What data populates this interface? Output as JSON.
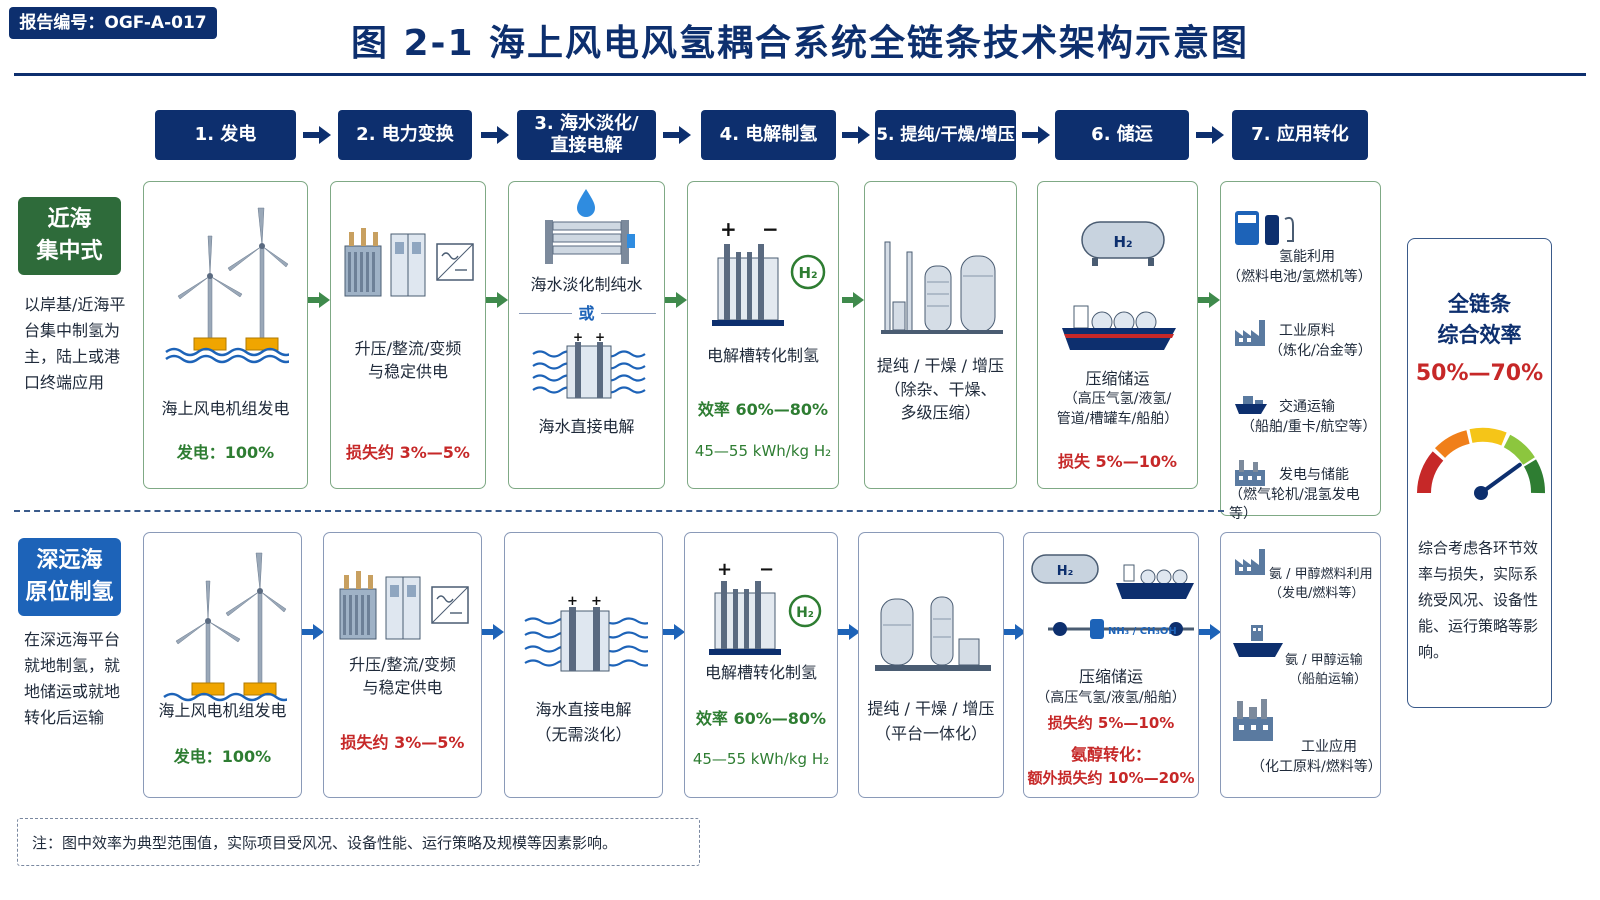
{
  "report_id": "报告编号：OGF-A-017",
  "title": "图 2-1  海上风电风氢耦合系统全链条技术架构示意图",
  "steps": [
    "1. 发电",
    "2. 电力变换",
    "3. 海水淡化/\n直接电解",
    "4. 电解制氢",
    "5. 提纯/干燥/增压",
    "6. 储运",
    "7. 应用转化"
  ],
  "rows": {
    "nearshore": {
      "tag": "近海\n集中式",
      "desc": "以岸基/近海平台集中制氢为主，陆上或港口终端应用"
    },
    "deepsea": {
      "tag": "深远海\n原位制氢",
      "desc": "在深远海平台就地制氢，就地储运或就地转化后运输"
    }
  },
  "near_cards": {
    "gen": {
      "label": "海上风电机组发电",
      "metric": "发电：100%"
    },
    "conv": {
      "label": "升压/整流/变频\n与稳定供电",
      "metric": "损失约 3%—5%"
    },
    "desal": {
      "label_a": "海水淡化制纯水",
      "or": "或",
      "label_b": "海水直接电解"
    },
    "elec": {
      "label": "电解槽转化制氢",
      "metric": "效率 60%—80%",
      "energy": "45—55 kWh/kg H₂"
    },
    "purify": {
      "label": "提纯 / 干燥 / 增压",
      "sub": "（除杂、干燥、\n多级压缩）"
    },
    "store": {
      "label": "压缩储运",
      "sub": "（高压气氢/液氢/\n管道/槽罐车/船舶）",
      "metric": "损失 5%—10%"
    }
  },
  "deep_cards": {
    "gen": {
      "label": "海上风电机组发电",
      "metric": "发电：100%"
    },
    "conv": {
      "label": "升压/整流/变频\n与稳定供电",
      "metric": "损失约 3%—5%"
    },
    "desal": {
      "label": "海水直接电解",
      "sub": "（无需淡化）"
    },
    "elec": {
      "label": "电解槽转化制氢",
      "metric": "效率 60%—80%",
      "energy": "45—55 kWh/kg H₂"
    },
    "purify": {
      "label": "提纯 / 干燥 / 增压",
      "sub": "（平台一体化）"
    },
    "store": {
      "label": "压缩储运",
      "sub": "（高压气氢/液氢/船舶）",
      "metric": "损失约 5%—10%",
      "extra_title": "氨醇转化：",
      "extra_metric": "额外损失约 10%—20%",
      "tag_h2": "H₂",
      "tag_nh3": "NH₃ / CH₃OH"
    }
  },
  "near_apps": [
    {
      "title": "氢能利用",
      "sub": "（燃料电池/氢燃机等）"
    },
    {
      "title": "工业原料",
      "sub": "（炼化/冶金等）"
    },
    {
      "title": "交通运输",
      "sub": "（船舶/重卡/航空等）"
    },
    {
      "title": "发电与储能",
      "sub": "（燃气轮机/混氢发电等）"
    }
  ],
  "deep_apps": [
    {
      "title": "氨 / 甲醇燃料利用",
      "sub": "（发电/燃料等）"
    },
    {
      "title": "氨 / 甲醇运输",
      "sub": "（船舶运输）"
    },
    {
      "title": "工业应用",
      "sub": "（化工原料/燃料等）"
    }
  ],
  "efficiency": {
    "title": "全链条\n综合效率",
    "value": "50%—70%",
    "desc": "综合考虑各环节效率与损失，实际系统受风况、设备性能、运行策略等影响。",
    "gauge_level": 0.8
  },
  "icon_text": {
    "h2": "H₂",
    "plus": "+",
    "minus": "−"
  },
  "note": "注：图中效率为典型范围值，实际项目受风况、设备性能、运行策略及规模等因素影响。",
  "colors": {
    "navy": "#0d2f6e",
    "green": "#2e7d32",
    "red": "#c62828",
    "blue": "#1d63b8"
  }
}
